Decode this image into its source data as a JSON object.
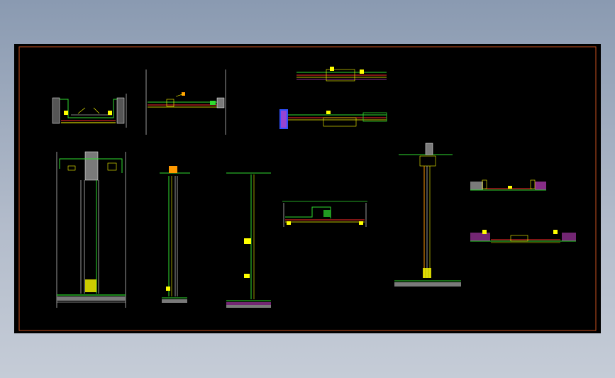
{
  "app": {
    "canvas_background": "#000000",
    "frame_color": "#c8501e"
  },
  "drawing": {
    "description_visible_text": [],
    "colors": {
      "wall": "#ffffff",
      "green": "#2fdc2f",
      "yellow": "#ffff00",
      "red": "#ff2a2a",
      "orange": "#ff9900",
      "magenta": "#c040c0",
      "cyan": "#40e0e0",
      "blue": "#3050ff",
      "grey": "#7a7a7a"
    },
    "details": [
      {
        "name": "plan-detail-top-left"
      },
      {
        "name": "plan-detail-top-middle"
      },
      {
        "name": "plan-detail-top-right-upper"
      },
      {
        "name": "plan-detail-top-right-lower"
      },
      {
        "name": "elevation-detail-left"
      },
      {
        "name": "section-detail-slim-1"
      },
      {
        "name": "section-detail-slim-2"
      },
      {
        "name": "plan-detail-center"
      },
      {
        "name": "section-detail-tall-right"
      },
      {
        "name": "plan-detail-far-right-upper"
      },
      {
        "name": "plan-detail-far-right-lower"
      }
    ]
  }
}
